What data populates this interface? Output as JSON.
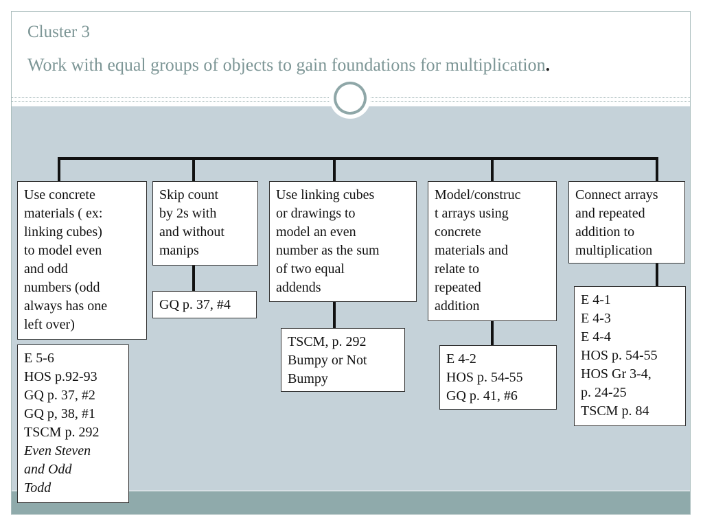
{
  "header": {
    "cluster_label": "Cluster 3",
    "title": "Work with equal groups of objects to gain foundations for multiplication",
    "title_period": "."
  },
  "diagram": {
    "columns": [
      {
        "main_text": "Use concrete materials ( ex: linking cubes) to model even and odd numbers (odd always has one left over)",
        "main_lines": [
          "Use concrete",
          "materials ( ex:",
          "linking cubes)",
          "to model even",
          "and odd",
          "numbers (odd",
          "always has one",
          "left over)"
        ],
        "resource_lines": [
          "E 5-6",
          "HOS p.92-93",
          "GQ p. 37, #2",
          "GQ p, 38, #1",
          "TSCM p. 292"
        ],
        "resource_italic_lines": [
          "Even Steven",
          "and Odd",
          "Todd"
        ]
      },
      {
        "main_lines": [
          "Skip count",
          "by 2s with",
          "and without",
          "manips"
        ],
        "resource_lines": [
          "GQ p. 37, #4"
        ]
      },
      {
        "main_lines": [
          "Use linking cubes",
          "or drawings to",
          "model an even",
          "number as the sum",
          "of two equal",
          "addends"
        ],
        "resource_lines": [
          "TSCM, p. 292",
          "Bumpy or Not",
          "Bumpy"
        ]
      },
      {
        "main_lines": [
          "Model/construc",
          "t arrays using",
          "concrete",
          "materials and",
          "relate to",
          "repeated",
          "addition"
        ],
        "resource_lines": [
          "E 4-2",
          "HOS p. 54-55",
          "GQ p. 41, #6"
        ]
      },
      {
        "main_lines": [
          "Connect arrays",
          "and repeated",
          "addition  to",
          "multiplication"
        ],
        "resource_lines": [
          "E 4-1",
          "E 4-3",
          "E 4-4",
          "HOS p. 54-55",
          "HOS Gr 3-4,",
          "p. 24-25",
          "TSCM p. 84"
        ]
      }
    ]
  },
  "colors": {
    "title": "#7d9696",
    "body_background": "#c5d2d9",
    "footer_band": "#8faaab",
    "connector": "#111111"
  }
}
